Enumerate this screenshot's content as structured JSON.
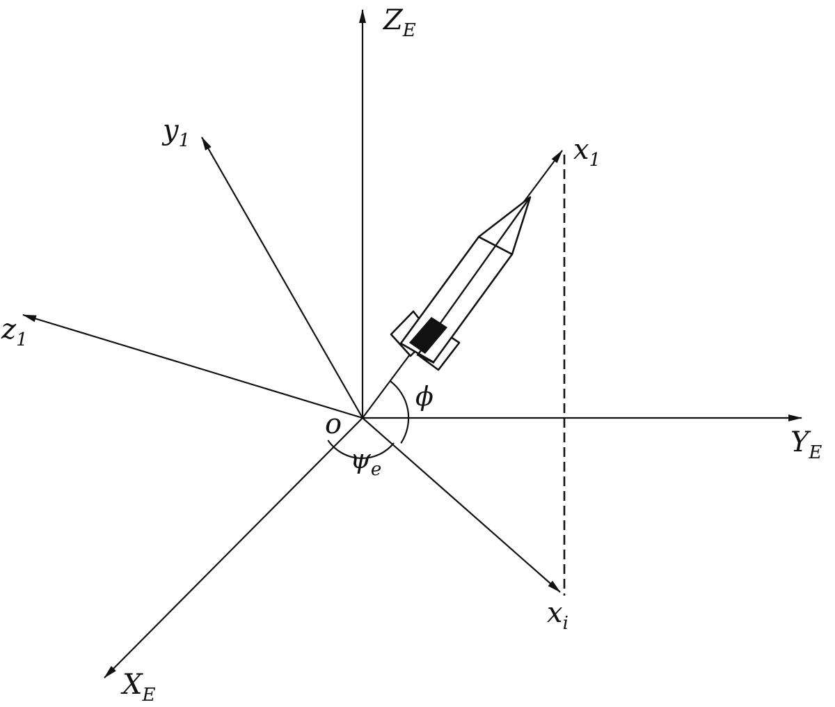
{
  "labels": {
    "z_e": {
      "main": "Z",
      "sub": "E"
    },
    "y_e": {
      "main": "Y",
      "sub": "E"
    },
    "x_e": {
      "main": "X",
      "sub": "E"
    },
    "x1": {
      "main": "x",
      "sub": "1"
    },
    "y1": {
      "main": "y",
      "sub": "1"
    },
    "z1": {
      "main": "z",
      "sub": "1"
    },
    "xi": {
      "main": "x",
      "sub": "i"
    },
    "origin": "o",
    "phi": "ϕ",
    "psi": {
      "main": "ψ",
      "sub": "e"
    }
  },
  "colors": {
    "ink": "#111111",
    "background": "#ffffff"
  }
}
